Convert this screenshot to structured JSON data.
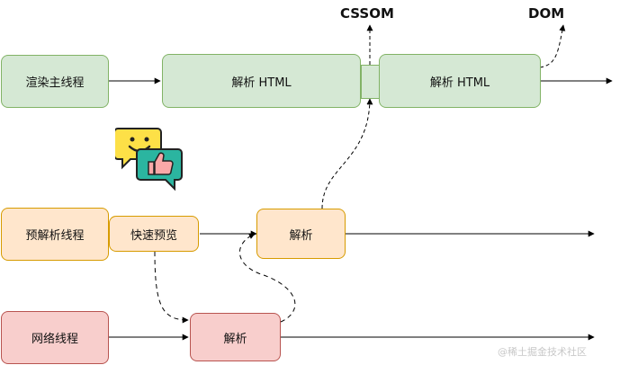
{
  "labels": {
    "cssom": "CSSOM",
    "dom": "DOM"
  },
  "nodes": {
    "render_thread": "渲染主线程",
    "parse_html_1": "解析 HTML",
    "parse_html_2": "解析 HTML",
    "preparse_thread": "预解析线程",
    "quick_preview": "快速预览",
    "parse_mid": "解析",
    "network_thread": "网络线程",
    "parse_net": "解析"
  },
  "watermark": "@稀土掘金技术社区",
  "colors": {
    "green_fill": "#d5e8d4",
    "green_stroke": "#82b366",
    "orange_fill": "#ffe6cc",
    "orange_stroke": "#d79b00",
    "red_fill": "#f8cecc",
    "red_stroke": "#b85450"
  },
  "icons": [
    "smiley-chat-icon",
    "thumbs-up-chat-icon"
  ]
}
